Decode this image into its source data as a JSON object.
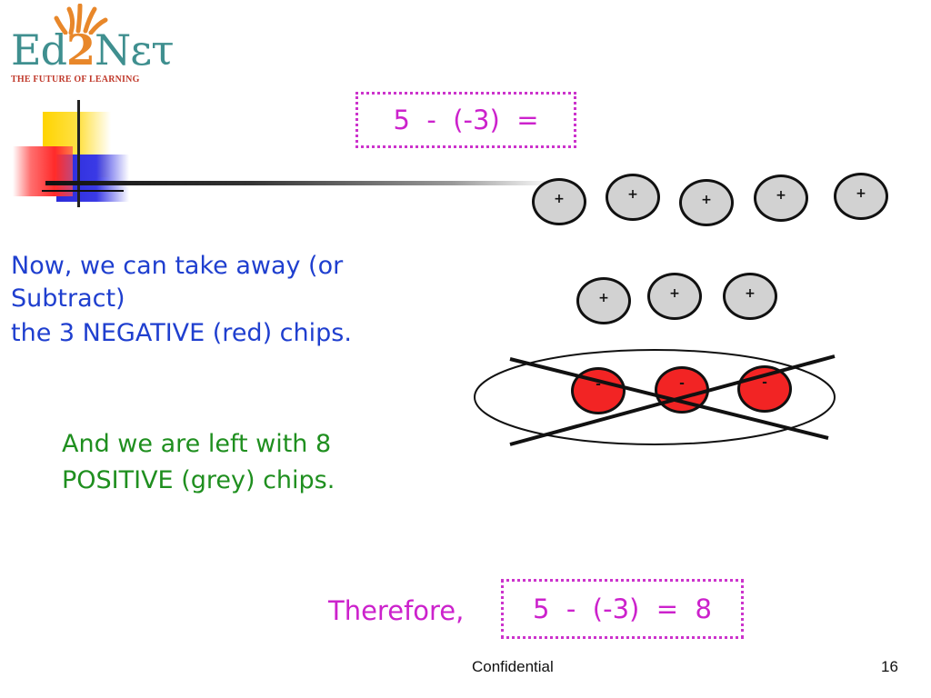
{
  "logo": {
    "brand_pre": "Ed",
    "brand_num": "2",
    "brand_post": "Νετ",
    "tagline": "THE FUTURE OF LEARNING"
  },
  "equation_top": "5  -  (-3)  =",
  "text_blue": {
    "line1": "Now, we can take away (or",
    "line2": "Subtract)",
    "line3": "the 3 NEGATIVE (red) chips."
  },
  "text_green": {
    "line1": "And we are left with 8",
    "line2": "POSITIVE (grey) chips."
  },
  "therefore_label": "Therefore,",
  "equation_result": "5  -  (-3)  =  8",
  "footer": {
    "center": "Confidential",
    "page": "16"
  },
  "chips": {
    "positive_sign": "+",
    "negative_sign": "-",
    "positive_count": 8,
    "negative_count": 3
  },
  "colors": {
    "positive_chip": "#d2d2d2",
    "negative_chip": "#f22424",
    "equation": "#cc22cc",
    "blue_text": "#1f3fcf",
    "green_text": "#1f8f1f"
  }
}
